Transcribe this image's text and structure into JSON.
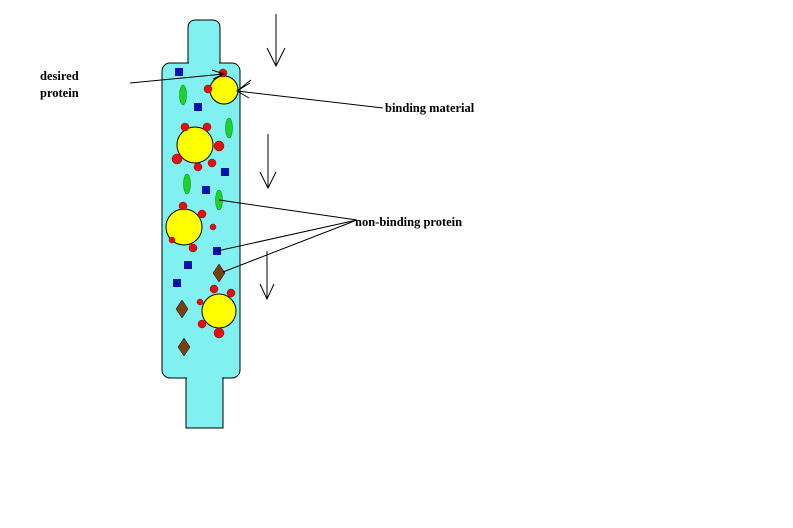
{
  "labels": {
    "desired_line1": "desired",
    "desired_line2": "protein",
    "binding_material": "binding material",
    "non_binding_protein": "non-binding protein"
  },
  "colors": {
    "column": "#80f0f0",
    "bead": "#ffff00",
    "desired_protein": "#e01010",
    "square_protein": "#0a10b0",
    "ellipse_protein": "#20d030",
    "diamond_protein": "#7a4010"
  }
}
